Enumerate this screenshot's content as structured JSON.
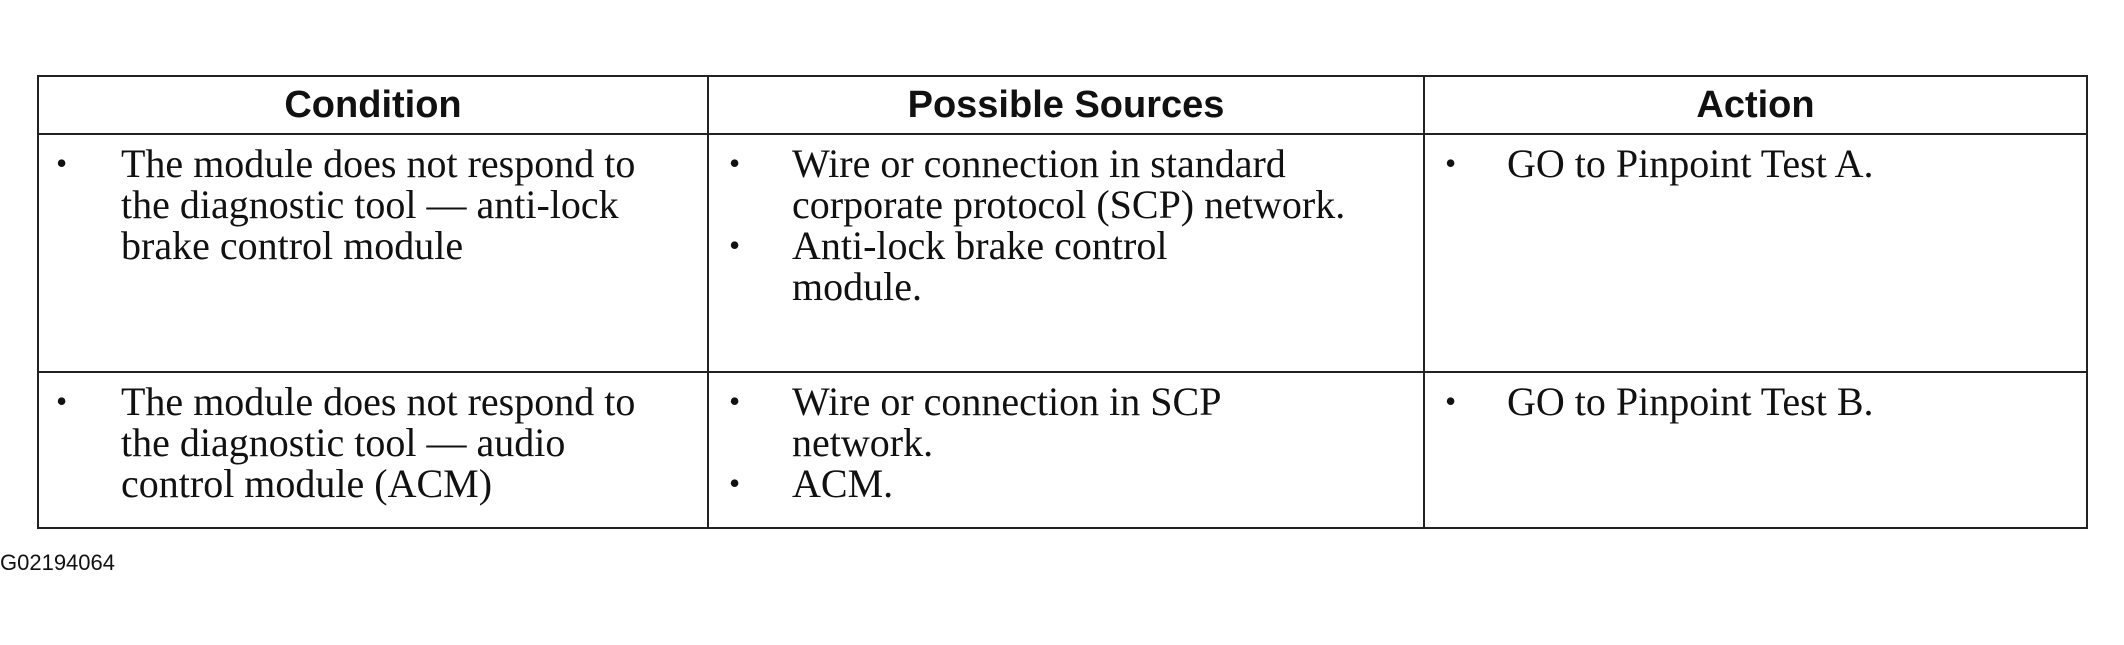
{
  "table": {
    "headers": {
      "condition": "Condition",
      "sources": "Possible Sources",
      "action": "Action"
    },
    "bullet_glyph": "•",
    "rows": [
      {
        "condition": [
          "The module does not respond to the diagnostic tool — anti-lock brake control module"
        ],
        "sources": [
          "Wire or connection in standard corporate protocol (SCP) network.",
          "Anti-lock brake control module."
        ],
        "action": [
          "GO to Pinpoint Test A."
        ]
      },
      {
        "condition": [
          "The module does not respond to the diagnostic tool — audio control module (ACM)"
        ],
        "sources": [
          "Wire or connection in SCP network.",
          "ACM."
        ],
        "action": [
          "GO to Pinpoint Test B."
        ]
      }
    ]
  },
  "figure_id": "G02194064"
}
